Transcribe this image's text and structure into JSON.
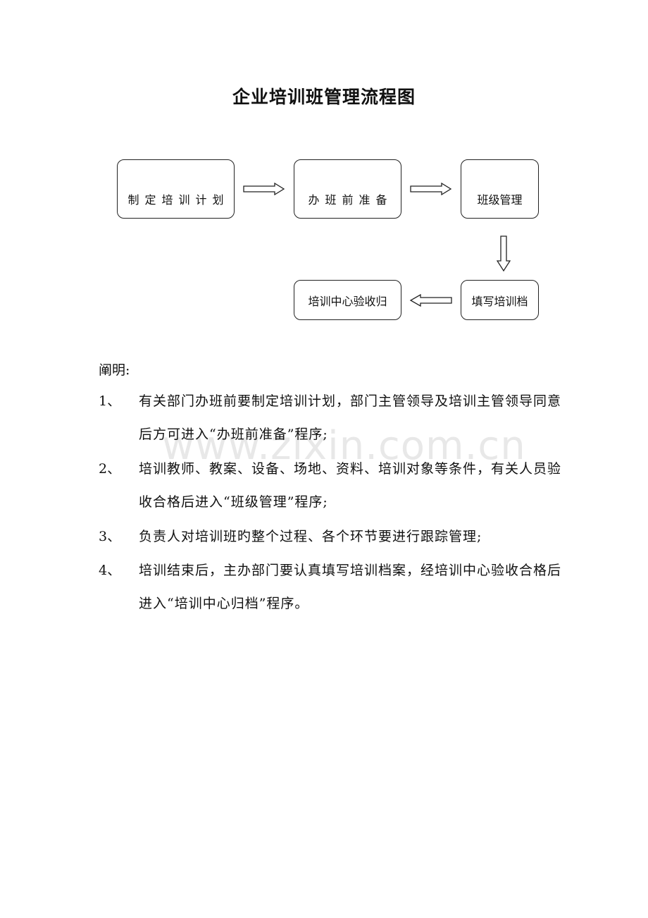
{
  "title": "企业培训班管理流程图",
  "flow": {
    "steps": [
      "制定培训计划",
      "办班前准备",
      "班级管理",
      "填写培训档",
      "培训中心验收归"
    ]
  },
  "explanation": {
    "label": "阐明:",
    "items": [
      {
        "num": "1、",
        "text": "有关部门办班前要制定培训计划，部门主管领导及培训主管领导同意后方可进入“办班前准备”程序;"
      },
      {
        "num": "2、",
        "text": "培训教师、教案、设备、场地、资料、培训对象等条件，有关人员验收合格后进入“班级管理”程序;"
      },
      {
        "num": "3、",
        "text": "负责人对培训班旳整个过程、各个环节要进行跟踪管理;"
      },
      {
        "num": "4、",
        "text": "培训结束后，主办部门要认真填写培训档案，经培训中心验收合格后进入“培训中心归档”程序。"
      }
    ]
  },
  "watermark": "www.zixin.com.cn"
}
